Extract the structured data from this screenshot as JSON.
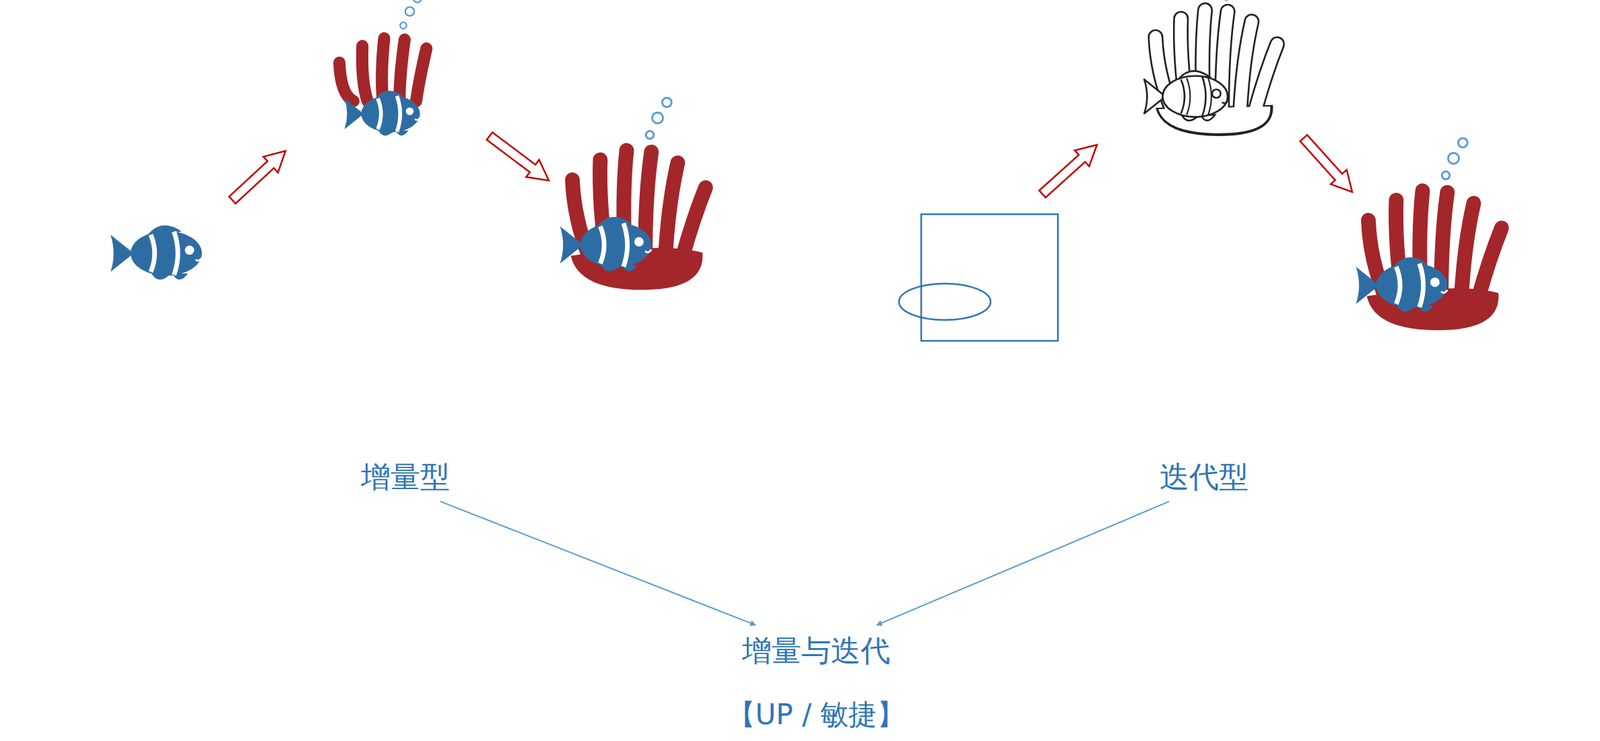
{
  "diagram": {
    "nodes": [
      {
        "text": [
          "增量型"
        ]
      },
      {
        "text": [
          "迭代型"
        ]
      },
      {
        "text": [
          "增量与迭代",
          "【UP / 敏捷】"
        ]
      }
    ],
    "edges": [
      {
        "from": 0,
        "to": 2,
        "arrow": "to"
      },
      {
        "from": 1,
        "to": 2,
        "arrow": "to"
      }
    ]
  }
}
